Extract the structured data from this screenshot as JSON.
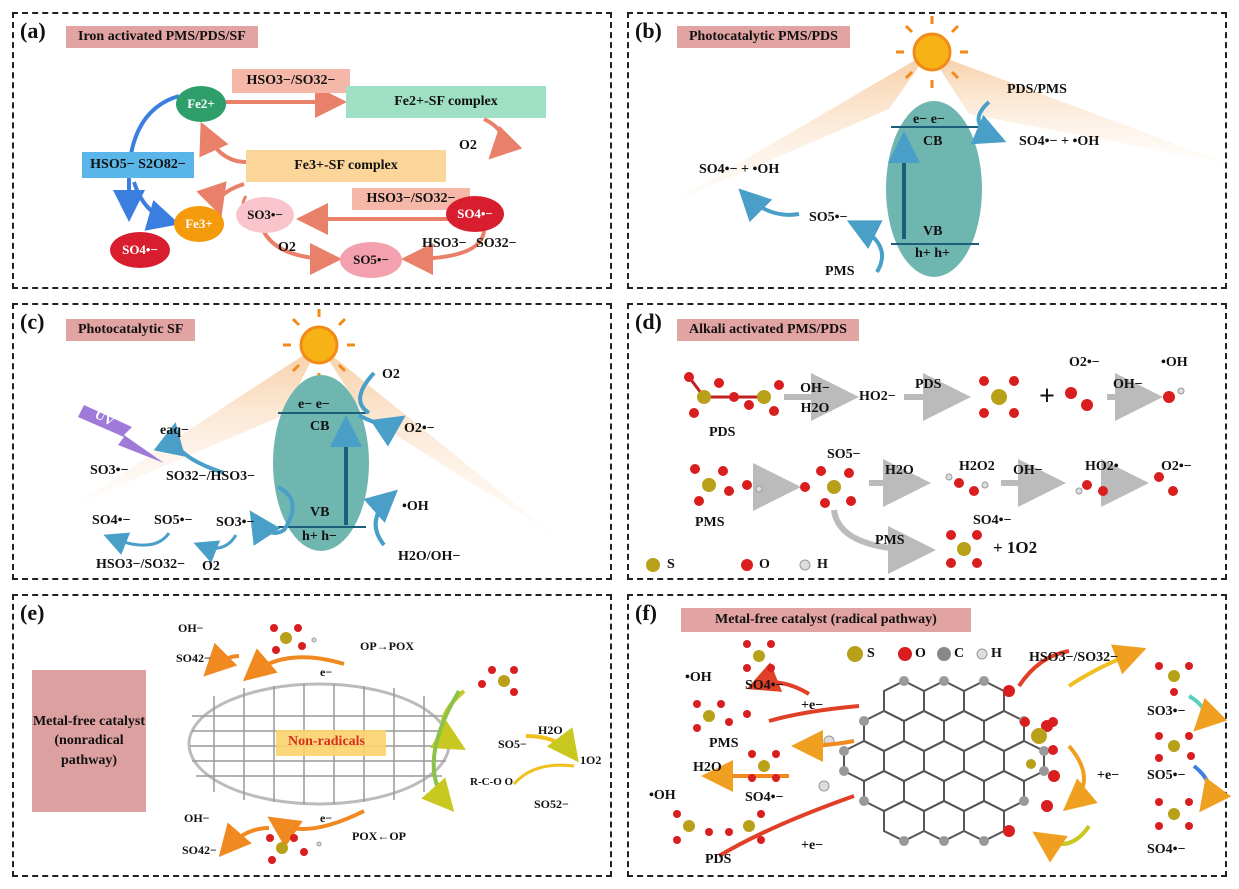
{
  "panels": {
    "a": {
      "label": "(a)",
      "title": "Iron activated PMS/PDS/SF",
      "fe2": "Fe2+",
      "fe3": "Fe3+",
      "fe2_complex": "Fe2+-SF complex",
      "fe3_complex": "Fe3+-SF complex",
      "hso3_top": "HSO3−/SO32−",
      "hso3_mid": "HSO3−/SO32−",
      "hso3_bot": "HSO3−",
      "so3_bot": "SO32−",
      "o2_a": "O2",
      "o2_b": "O2",
      "oxidants": "HSO5− S2O82−",
      "so4_left": "SO4•−",
      "so3": "SO3•−",
      "so4_right": "SO4•−",
      "so5": "SO5•−"
    },
    "b": {
      "label": "(b)",
      "title": "Photocatalytic PMS/PDS",
      "pds_pms": "PDS/PMS",
      "right_product": "SO4•− + •OH",
      "left_product": "SO4•− + •OH",
      "so5": "SO5•−",
      "pms": "PMS",
      "electrons": "e− e−",
      "cb": "CB",
      "vb": "VB",
      "holes": "h+ h+"
    },
    "c": {
      "label": "(c)",
      "title": "Photocatalytic SF",
      "uv": "UV",
      "eaq": "eaq−",
      "so3_left": "SO3•−",
      "sulfite": "SO32−/HSO3−",
      "o2_top": "O2",
      "o2_product": "O2•−",
      "oh": "•OH",
      "h2o": "H2O/OH−",
      "so4": "SO4•−",
      "so5": "SO5•−",
      "so3_mid": "SO3•−",
      "hso3": "HSO3−/SO32−",
      "o2_bottom": "O2",
      "electrons": "e− e−",
      "cb": "CB",
      "vb": "VB",
      "holes": "h+ h−"
    },
    "d": {
      "label": "(d)",
      "title": "Alkali activated PMS/PDS",
      "oh_h2o": "OH− H2O",
      "ho2": "HO2−",
      "pds_arrow": "PDS",
      "o2radical": "O2•−",
      "oh_arrow": "OH−",
      "ohradical": "•OH",
      "pds": "PDS",
      "so5": "SO5−",
      "h2o": "H2O",
      "h2o2": "H2O2",
      "oh2": "OH−",
      "ho2radical": "HO2•",
      "o2radical2": "O2•−",
      "pms": "PMS",
      "pms_arrow": "PMS",
      "so4": "SO4•−",
      "singlet": "+ 1O2",
      "legend": [
        "S",
        "O",
        "H"
      ]
    },
    "e": {
      "label": "(e)",
      "sidebox": "Metal-free catalyst (nonradical pathway)",
      "oh_top": "OH−",
      "so4_top": "SO42−",
      "op_top": "OP→POX",
      "e_top": "e−",
      "nonrad": "Non-radicals",
      "so5": "SO5−",
      "h2o": "H2O",
      "singlet": "1O2",
      "rco": "R-C-O O",
      "so52": "SO52−",
      "oh_bot": "OH−",
      "so4_bot": "SO42−",
      "e_bot": "e−",
      "op_bot": "POX←OP"
    },
    "f": {
      "label": "(f)",
      "title": "Metal-free catalyst (radical pathway)",
      "legend": [
        "S",
        "O",
        "C",
        "H"
      ],
      "hso3": "HSO3−/SO32−",
      "oh": "•OH",
      "so4_a": "SO4•−",
      "e_a": "+e−",
      "pms": "PMS",
      "h2o": "H2O",
      "oh2": "•OH",
      "so4_b": "SO4•−",
      "pds": "PDS",
      "e_b": "+e−",
      "e_c": "+e−",
      "so3": "SO3•−",
      "so5": "SO5•−",
      "so4_c": "SO4•−"
    }
  },
  "colors": {
    "title_bg": "#e2a3a3",
    "semi": "#6fb5b0",
    "fe2": "#2e9e6b",
    "fe3": "#f59a0a",
    "red": "#d81e2e",
    "sulfur": "#b8a018",
    "oxygen": "#d81e1e"
  }
}
